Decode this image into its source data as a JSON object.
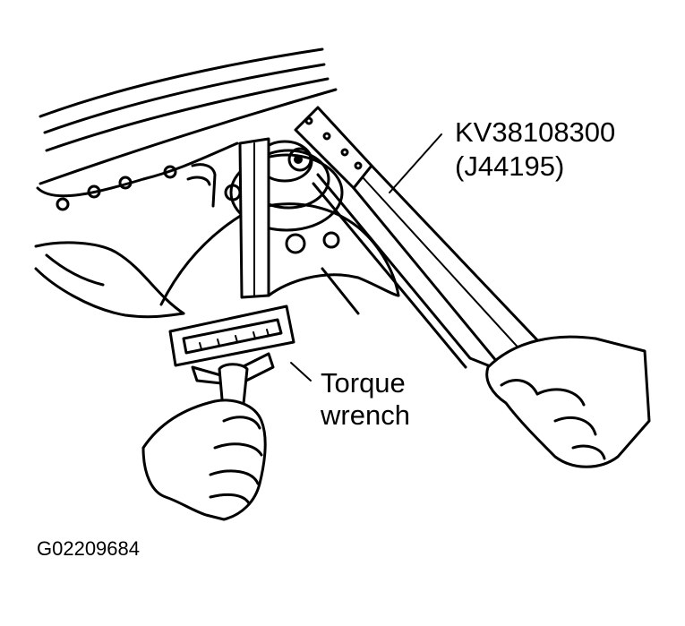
{
  "labels": {
    "tool_number": "KV38108300",
    "tool_alt_number": "(J44195)",
    "torque_wrench_line1": "Torque",
    "torque_wrench_line2": "wrench",
    "figure_id": "G02209684"
  },
  "colors": {
    "ink": "#000000",
    "paper": "#ffffff"
  }
}
